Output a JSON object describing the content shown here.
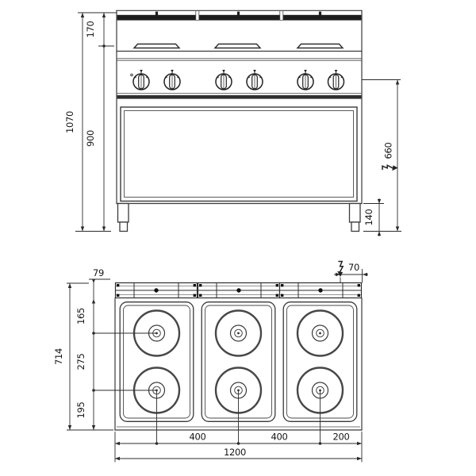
{
  "front_view": {
    "dim_top_section_height": "170",
    "dim_overall_height": "1070",
    "dim_worktop_height": "900",
    "dim_electric_connection_height": "660",
    "dim_base_height": "140"
  },
  "plan_view": {
    "dim_rear_rail_depth": "79",
    "dim_electric_connection_offset": "70",
    "dim_rear_burner_center_offset": "165",
    "dim_burner_center_spacing": "275",
    "dim_front_burner_center_offset": "195",
    "dim_overall_depth": "714",
    "dim_burner_column_spacing_left": "400",
    "dim_burner_column_spacing_right": "400",
    "dim_right_burner_edge_offset": "200",
    "dim_overall_width": "1200"
  },
  "icons": {
    "electric_connection": "lightning-arrow"
  },
  "colors": {
    "line": "#3a3a3a",
    "dark_band": "#1d1d1d",
    "background": "#ffffff"
  },
  "counts": {
    "hotplates": 6,
    "control_knobs": 6
  }
}
